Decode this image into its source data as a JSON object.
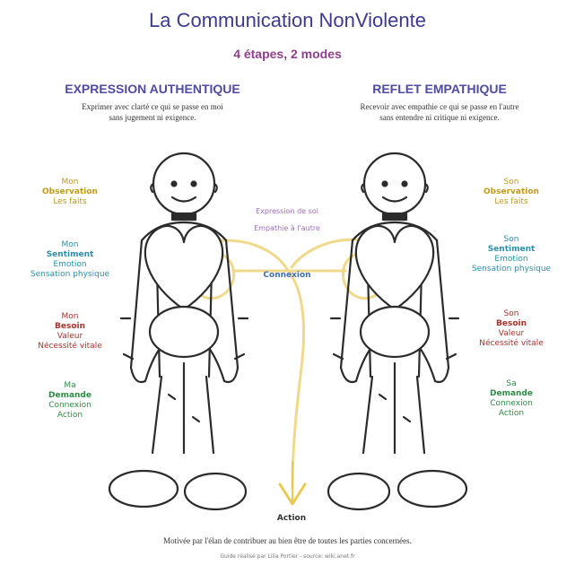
{
  "title": "La Communication NonViolente",
  "subtitle": "4 étapes, 2 modes",
  "left": {
    "heading": "EXPRESSION AUTHENTIQUE",
    "desc_1": "Exprimer avec clarté ce qui se passe en moi",
    "desc_2": "sans jugement ni exigence.",
    "steps": [
      {
        "possessive": "Mon",
        "key": "Observation",
        "detail_1": "Les faits",
        "detail_2": "",
        "color": "#c09a18"
      },
      {
        "possessive": "Mon",
        "key": "Sentiment",
        "detail_1": "Emotion",
        "detail_2": "Sensation physique",
        "color": "#2c8ea8"
      },
      {
        "possessive": "Mon",
        "key": "Besoin",
        "detail_1": "Valeur",
        "detail_2": "Nécessité vitale",
        "color": "#a8322c"
      },
      {
        "possessive": "Ma",
        "key": "Demande",
        "detail_1": "Connexion",
        "detail_2": "Action",
        "color": "#2f8a46"
      }
    ]
  },
  "right": {
    "heading": "REFLET EMPATHIQUE",
    "desc_1": "Recevoir avec empathie ce qui se passe en l'autre",
    "desc_2": "sans entendre ni critique ni exigence.",
    "steps": [
      {
        "possessive": "Son",
        "key": "Observation",
        "detail_1": "Les faits",
        "detail_2": "",
        "color": "#c09a18"
      },
      {
        "possessive": "Son",
        "key": "Sentiment",
        "detail_1": "Emotion",
        "detail_2": "Sensation physique",
        "color": "#2c8ea8"
      },
      {
        "possessive": "Son",
        "key": "Besoin",
        "detail_1": "Valeur",
        "detail_2": "Nécessité vitale",
        "color": "#a8322c"
      },
      {
        "possessive": "Sa",
        "key": "Demande",
        "detail_1": "Connexion",
        "detail_2": "Action",
        "color": "#2f8a46"
      }
    ]
  },
  "center": {
    "note_1": "Expression de soi",
    "note_2": "Empathie à l'autre",
    "connexion": "Connexion",
    "action": "Action"
  },
  "footer": "Motivée par l'élan de contribuer au bien être de toutes les parties concernées.",
  "credit": "Guide réalisé par Lilia Portier - source: wiki.anet.fr",
  "colors": {
    "title": "#3d3a8e",
    "subtitle": "#8e3f8e",
    "heading": "#4f4aa2",
    "connection_line": "#f0d98a",
    "outline": "#2b2b2b"
  }
}
